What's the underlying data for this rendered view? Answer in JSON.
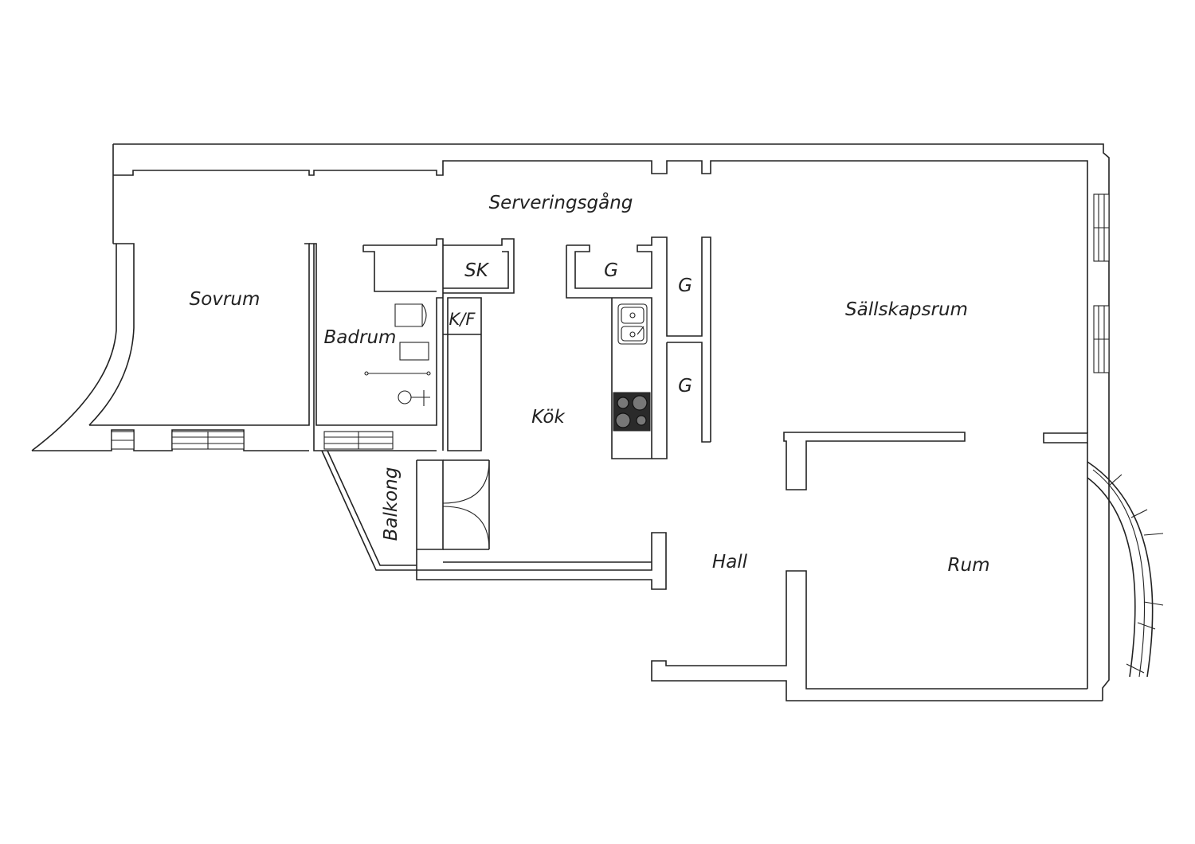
{
  "rooms": {
    "serveringsgang": "Serveringsgång",
    "sovrum": "Sovrum",
    "badrum": "Badrum",
    "sk": "SK",
    "kf": "K/F",
    "g_top": "G",
    "g_mid": "G",
    "g_low": "G",
    "kok": "Kök",
    "sallskapsrum": "Sällskapsrum",
    "balkong": "Balkong",
    "hall": "Hall",
    "rum": "Rum"
  },
  "colors": {
    "wall": "#222222",
    "stove": "#2a2a2a",
    "background": "#ffffff"
  }
}
